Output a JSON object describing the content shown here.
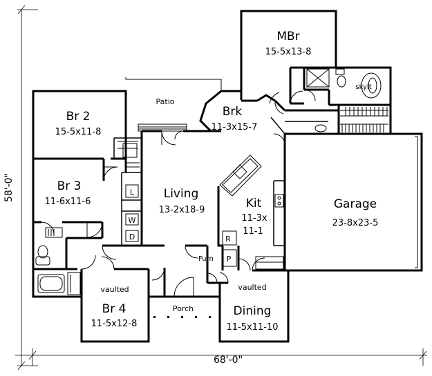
{
  "rooms": {
    "mbr": {
      "name": "MBr",
      "size": "15-5x13-8"
    },
    "br2": {
      "name": "Br 2",
      "size": "15-5x11-8"
    },
    "br3": {
      "name": "Br 3",
      "size": "11-6x11-6"
    },
    "br4": {
      "name": "Br 4",
      "size": "11-5x12-8"
    },
    "brk": {
      "name": "Brk",
      "size": "11-3x15-7"
    },
    "living": {
      "name": "Living",
      "size": "13-2x18-9"
    },
    "kit": {
      "name": "Kit",
      "size1": "11-3x",
      "size2": "11-1"
    },
    "garage": {
      "name": "Garage",
      "size": "23-8x23-5"
    },
    "dining": {
      "name": "Dining",
      "size": "11-5x11-10"
    }
  },
  "labels": {
    "patio": "Patio",
    "porch": "Porch",
    "skylt": "skylt",
    "furn": "Furn",
    "vaulted_left": "vaulted",
    "vaulted_right": "vaulted",
    "laundry_l": "L",
    "laundry_w": "W",
    "laundry_d": "D",
    "fridge_r": "R",
    "pantry_p": "P"
  },
  "dimensions": {
    "width": "68'-0\"",
    "depth": "58'-0\""
  }
}
